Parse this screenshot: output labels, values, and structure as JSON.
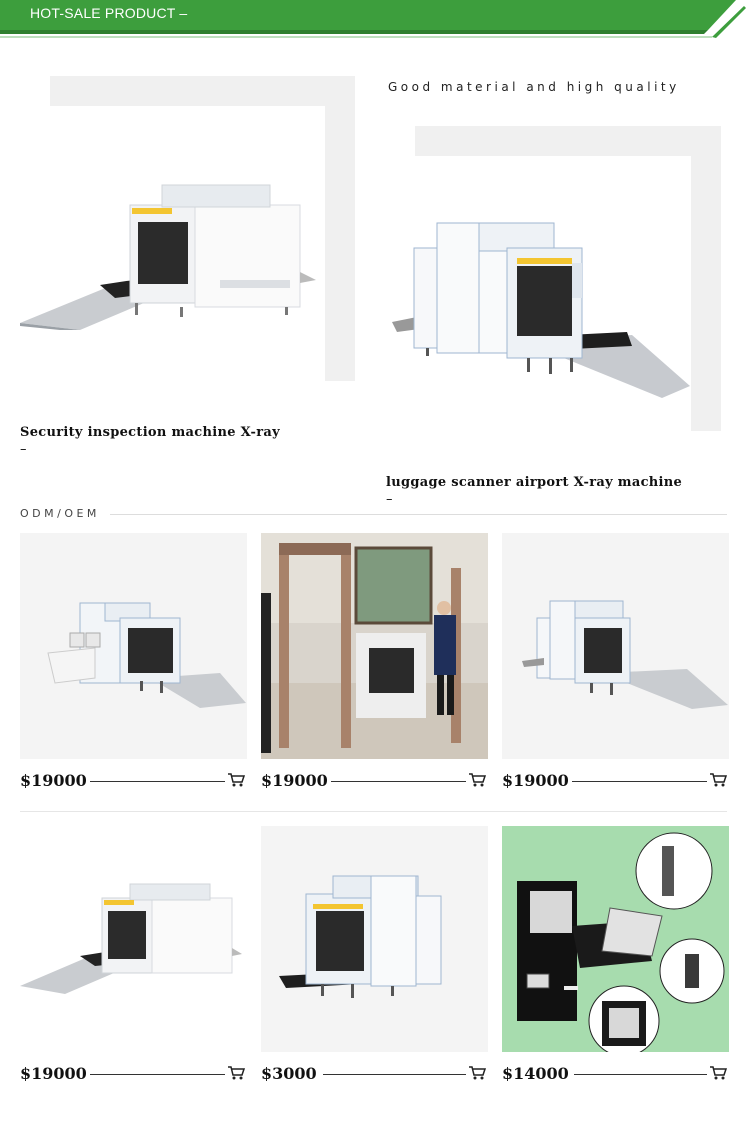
{
  "banner": {
    "title": "HOT-SALE PRODUCT  –",
    "color": "#3a9a3a"
  },
  "featured": {
    "tagline": "Good material and high quality",
    "left_title": "Security inspection machine X-ray",
    "right_title": "luggage scanner airport X-ray machine",
    "dash": "–"
  },
  "section": {
    "label": "ODM/OEM"
  },
  "products": [
    {
      "price": "$19000",
      "image": "x-ray scanner with control desk"
    },
    {
      "price": "$19000",
      "image": "walk-through metal detector and x-ray scanner in hall"
    },
    {
      "price": "$19000",
      "image": "x-ray baggage scanner"
    },
    {
      "price": "$19000",
      "image": "large x-ray baggage scanner"
    },
    {
      "price": "$3000",
      "image": "x-ray luggage scanner"
    },
    {
      "price": "$14000",
      "image": "portable x-ray inspection kit"
    }
  ],
  "icons": {
    "cart": "shopping-cart-icon"
  }
}
